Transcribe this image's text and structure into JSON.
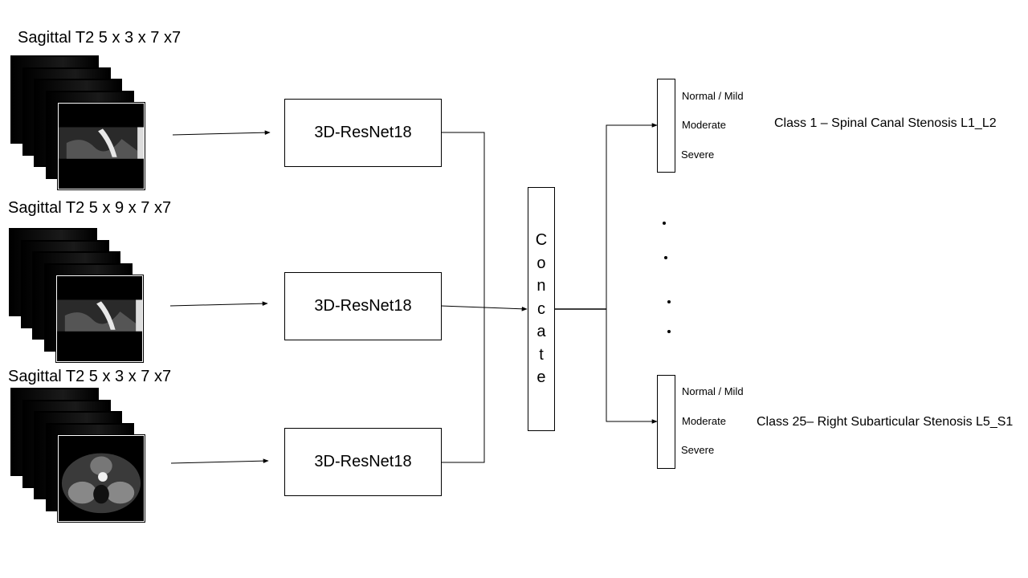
{
  "inputs": [
    {
      "label": "Sagittal T2  5 x 3 x 7 x7",
      "image": "sagittal-spine-slice"
    },
    {
      "label": "Sagittal T2  5 x 9 x 7 x7",
      "image": "sagittal-spine-slice"
    },
    {
      "label": "Sagittal T2  5 x 3 x 7 x7",
      "image": "axial-spine-slice"
    }
  ],
  "encoders": [
    "3D-ResNet18",
    "3D-ResNet18",
    "3D-ResNet18"
  ],
  "concat": {
    "letters": [
      "C",
      "o",
      "n",
      "c",
      "a",
      "t",
      "e"
    ]
  },
  "outputs": [
    {
      "options": [
        "Normal / Mild",
        "Moderate",
        "Severe"
      ],
      "class_label": "Class 1 – Spinal Canal Stenosis L1_L2"
    },
    {
      "options": [
        "Normal / Mild",
        "Moderate",
        "Severe"
      ],
      "class_label": "Class 25– Right Subarticular Stenosis L5_S1"
    }
  ]
}
